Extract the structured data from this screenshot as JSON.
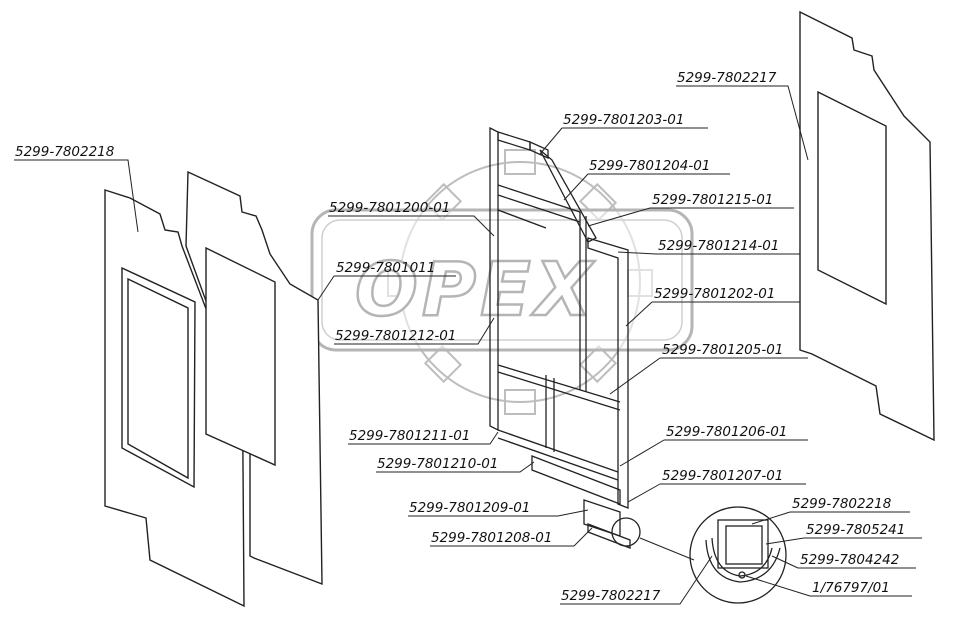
{
  "watermark": {
    "text": "OPEX"
  },
  "labels": [
    {
      "id": "l-7802217-top",
      "text": "5299-7802217"
    },
    {
      "id": "l-7802218-left",
      "text": "5299-7802218"
    },
    {
      "id": "l-1203",
      "text": "5299-7801203-01"
    },
    {
      "id": "l-1204",
      "text": "5299-7801204-01"
    },
    {
      "id": "l-1200",
      "text": "5299-7801200-01"
    },
    {
      "id": "l-1215",
      "text": "5299-7801215-01"
    },
    {
      "id": "l-1214",
      "text": "5299-7801214-01"
    },
    {
      "id": "l-1011",
      "text": "5299-7801011"
    },
    {
      "id": "l-1202",
      "text": "5299-7801202-01"
    },
    {
      "id": "l-1212",
      "text": "5299-7801212-01"
    },
    {
      "id": "l-1205",
      "text": "5299-7801205-01"
    },
    {
      "id": "l-1211",
      "text": "5299-7801211-01"
    },
    {
      "id": "l-1206",
      "text": "5299-7801206-01"
    },
    {
      "id": "l-1210",
      "text": "5299-7801210-01"
    },
    {
      "id": "l-1207",
      "text": "5299-7801207-01"
    },
    {
      "id": "l-1209",
      "text": "5299-7801209-01"
    },
    {
      "id": "l-7802218-detail",
      "text": "5299-7802218"
    },
    {
      "id": "l-7805241",
      "text": "5299-7805241"
    },
    {
      "id": "l-1208",
      "text": "5299-7801208-01"
    },
    {
      "id": "l-7804242",
      "text": "5299-7804242"
    },
    {
      "id": "l-76797",
      "text": "1/76797/01"
    },
    {
      "id": "l-7802217-bottom",
      "text": "5299-7802217"
    }
  ]
}
